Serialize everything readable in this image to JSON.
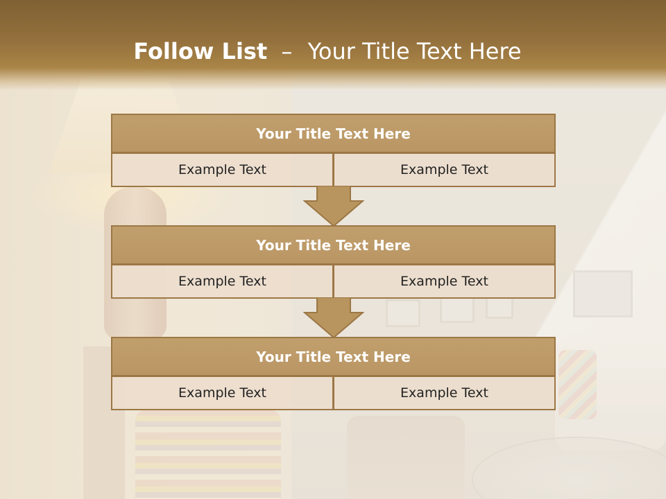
{
  "slide": {
    "title_bold": "Follow List",
    "title_separator": "–",
    "title_rest": "Your Title Text Here"
  },
  "colors": {
    "header_band": "#94703d",
    "box_head": "#c19f6d",
    "box_border": "#9c7745",
    "cell_fill": "#ecddce"
  },
  "blocks": [
    {
      "heading": "Your Title Text Here",
      "cells": [
        "Example Text",
        "Example Text"
      ]
    },
    {
      "heading": "Your Title Text Here",
      "cells": [
        "Example Text",
        "Example Text"
      ]
    },
    {
      "heading": "Your Title Text Here",
      "cells": [
        "Example Text",
        "Example Text"
      ]
    }
  ],
  "connectors": [
    "down-arrow-icon",
    "down-arrow-icon"
  ]
}
